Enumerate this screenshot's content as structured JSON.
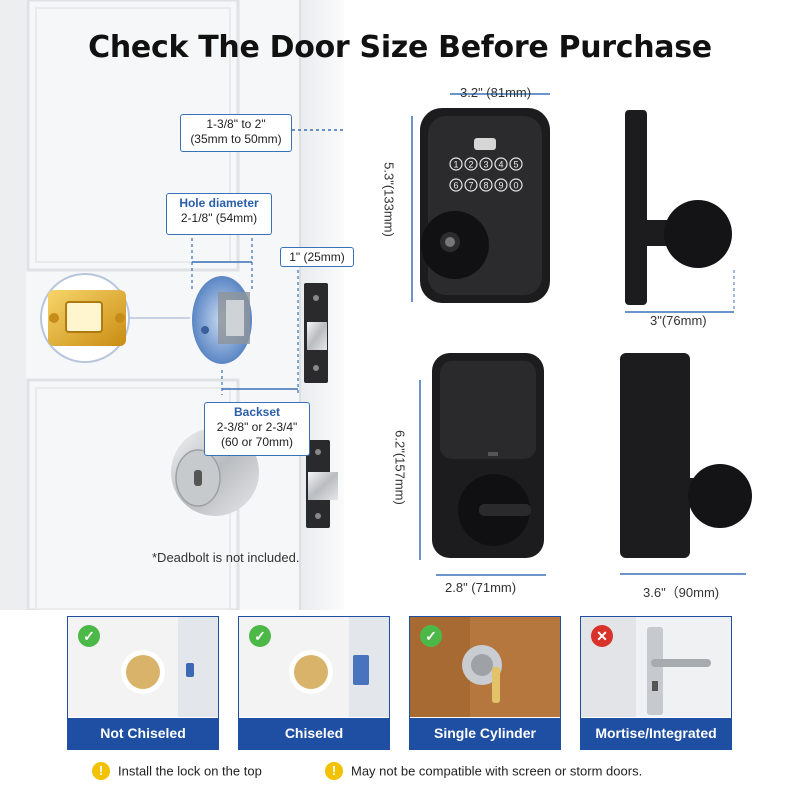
{
  "headline": "Check The Door Size Before Purchase",
  "door": {
    "thickness": "1-3/8\" to 2\"\n(35mm to 50mm)",
    "hole_title": "Hole diameter",
    "hole_value": "2-1/8\" (54mm)",
    "latch_width": "1\" (25mm)",
    "backset_title": "Backset",
    "backset_value": "2-3/8\" or 2-3/4\"\n(60 or 70mm)",
    "deadbolt_note": "*Deadbolt is not included."
  },
  "product": {
    "keypad_width": "3.2\" (81mm)",
    "keypad_height": "5.3\"(133mm)",
    "side_depth": "3\"(76mm)",
    "inner_height": "6.2\"(157mm)",
    "inner_width": "2.8\" (71mm)",
    "inner_depth": "3.6\"（90mm)",
    "keys_row1": [
      "1",
      "2",
      "3",
      "4",
      "5"
    ],
    "keys_row2": [
      "6",
      "7",
      "8",
      "9",
      "0"
    ]
  },
  "cards": [
    {
      "label": "Not Chiseled",
      "status": "check",
      "badge_color": "#4cb848"
    },
    {
      "label": "Chiseled",
      "status": "check",
      "badge_color": "#4cb848"
    },
    {
      "label": "Single Cylinder",
      "status": "check",
      "badge_color": "#4cb848"
    },
    {
      "label": "Mortise/Integrated",
      "status": "cross",
      "badge_color": "#d9322a"
    }
  ],
  "badge_glyphs": {
    "check": "✓",
    "cross": "✕",
    "warn": "!"
  },
  "warnings": [
    "Install the lock on the top",
    "May not be compatible with screen or storm doors."
  ],
  "colors": {
    "accent": "#1f4fa3",
    "dimension_line": "#3a72b8",
    "lock_finish": "#1c1c1e",
    "brass": "#d9a520"
  }
}
